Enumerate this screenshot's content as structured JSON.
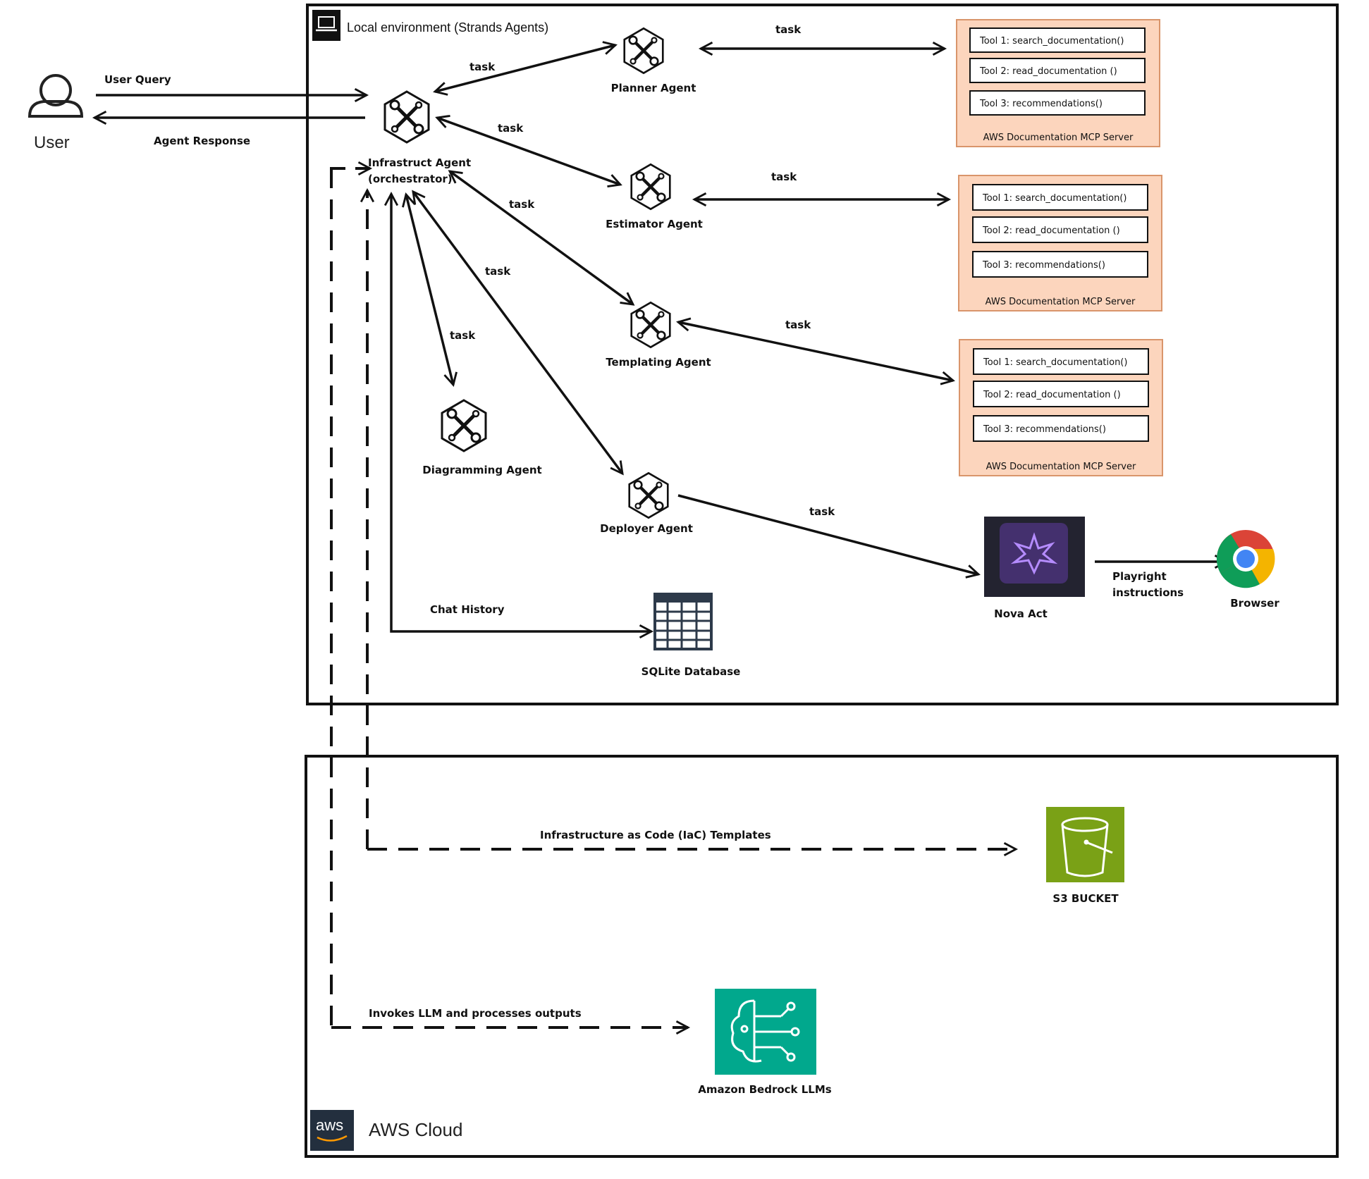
{
  "local_env": {
    "title": "Local environment (Strands Agents)"
  },
  "aws_cloud": {
    "title": "AWS Cloud",
    "logo_text": "aws"
  },
  "user": {
    "label": "User",
    "query_label": "User Query",
    "response_label": "Agent Response"
  },
  "agents": {
    "orchestrator_line1": "Infrastruct Agent",
    "orchestrator_line2": "(orchestrator)",
    "planner": "Planner Agent",
    "estimator": "Estimator Agent",
    "templating": "Templating Agent",
    "diagramming": "Diagramming Agent",
    "deployer": "Deployer Agent"
  },
  "edges": {
    "task": "task",
    "chat_history": "Chat History",
    "playwright_line1": "Playright",
    "playwright_line2": "instructions",
    "iac": "Infrastructure as Code (IaC) Templates",
    "llm": "Invokes LLM and processes outputs"
  },
  "mcp_servers": [
    {
      "title": "AWS Documentation MCP Server",
      "tools": [
        "Tool 1: search_documentation()",
        "Tool 2: read_documentation ()",
        "Tool 3: recommendations()"
      ]
    },
    {
      "title": "AWS Documentation MCP Server",
      "tools": [
        "Tool 1: search_documentation()",
        "Tool 2: read_documentation ()",
        "Tool 3: recommendations()"
      ]
    },
    {
      "title": "AWS Documentation MCP Server",
      "tools": [
        "Tool 1: search_documentation()",
        "Tool 2: read_documentation ()",
        "Tool 3: recommendations()"
      ]
    }
  ],
  "resources": {
    "nova_act": "Nova Act",
    "browser": "Browser",
    "sqlite": "SQLite Database",
    "s3": "S3 BUCKET",
    "bedrock": "Amazon Bedrock LLMs"
  },
  "colors": {
    "mcp_fill": "#fcd5bd",
    "mcp_border": "#d9956b",
    "nova_bg": "#232330",
    "nova_accent": "#7b3fd6",
    "s3_green": "#7aa116",
    "bedrock_teal": "#01a88d",
    "aws_logo_bg": "#232f3e"
  }
}
